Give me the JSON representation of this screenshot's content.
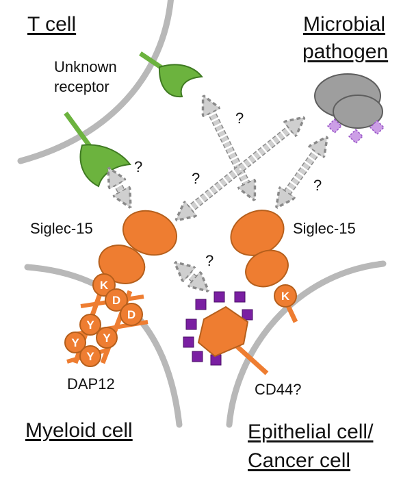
{
  "headings": {
    "t_cell": "T cell",
    "microbial_line1": "Microbial",
    "microbial_line2": "pathogen",
    "myeloid": "Myeloid cell",
    "epithelial_line1": "Epithelial cell/",
    "epithelial_line2": "Cancer cell"
  },
  "labels": {
    "unknown_line1": "Unknown",
    "unknown_line2": "receptor",
    "siglec_left": "Siglec-15",
    "siglec_right": "Siglec-15",
    "dap12": "DAP12",
    "cd44": "CD44?"
  },
  "question_marks": [
    "?",
    "?",
    "?",
    "?",
    "?"
  ],
  "residues": {
    "left": [
      "K",
      "D",
      "D",
      "Y",
      "Y",
      "Y",
      "Y"
    ],
    "right": [
      "K"
    ]
  },
  "colors": {
    "membrane": "#b8b8b8",
    "siglec": "#ee7d31",
    "siglec_stroke": "#b55f1c",
    "receptor": "#6cb33e",
    "receptor_stroke": "#3f7a22",
    "pathogen": "#9e9e9e",
    "glycan": "#cc9ee6",
    "cd44_square": "#7a1fa2",
    "arrow": "#cfcfcf"
  }
}
